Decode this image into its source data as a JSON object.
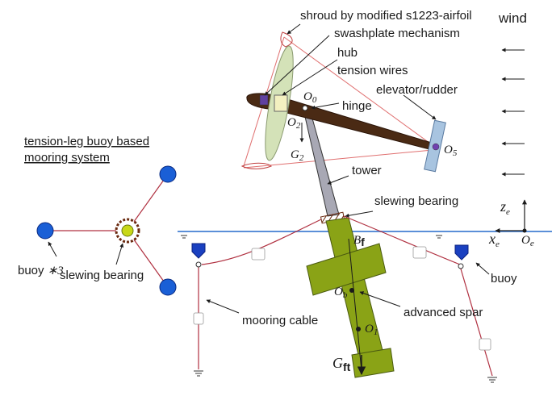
{
  "labels": {
    "shroud": "shroud by modified s1223-airfoil",
    "swashplate": "swashplate mechanism",
    "hub": "hub",
    "tension_wires": "tension wires",
    "elevator_rudder": "elevator/rudder",
    "hinge": "hinge",
    "tower": "tower",
    "slewing_bearing_top": "slewing bearing",
    "slewing_bearing_left": "slewing bearing",
    "mooring_title_1": "tension-leg buoy based",
    "mooring_title_2": "mooring system",
    "buoy_count": "buoy",
    "buoy_count_mult": "∗3",
    "buoy": "buoy",
    "mooring_cable": "mooring cable",
    "advanced_spar": "advanced spar",
    "wind": "wind"
  },
  "symbols": {
    "O0": "O",
    "O0_sub": "0",
    "O2": "O",
    "O2_sub": "2",
    "G2": "G",
    "G2_sub": "2",
    "O5": "O",
    "O5_sub": "5",
    "Bf": "B",
    "Bf_sub": "f",
    "Ob": "O",
    "Ob_sub": "b",
    "O1": "O",
    "O1_sub": "1",
    "Gft": "G",
    "Gft_sub": "ft",
    "ze": "z",
    "ze_sub": "e",
    "xe": "x",
    "xe_sub": "e",
    "Oe": "O",
    "Oe_sub": "e"
  },
  "colors": {
    "nacelle": "#4a2a14",
    "tower": "#a8a8b4",
    "spar": "#8aa316",
    "buoy": "#1a5fd6",
    "mooring": "#b03040",
    "water": "#5b8fd8",
    "hub": "#f3f0c0",
    "blade": "#d4e2b8",
    "elevator": "#a8c4e0",
    "bearing_center": "#c8d818"
  }
}
